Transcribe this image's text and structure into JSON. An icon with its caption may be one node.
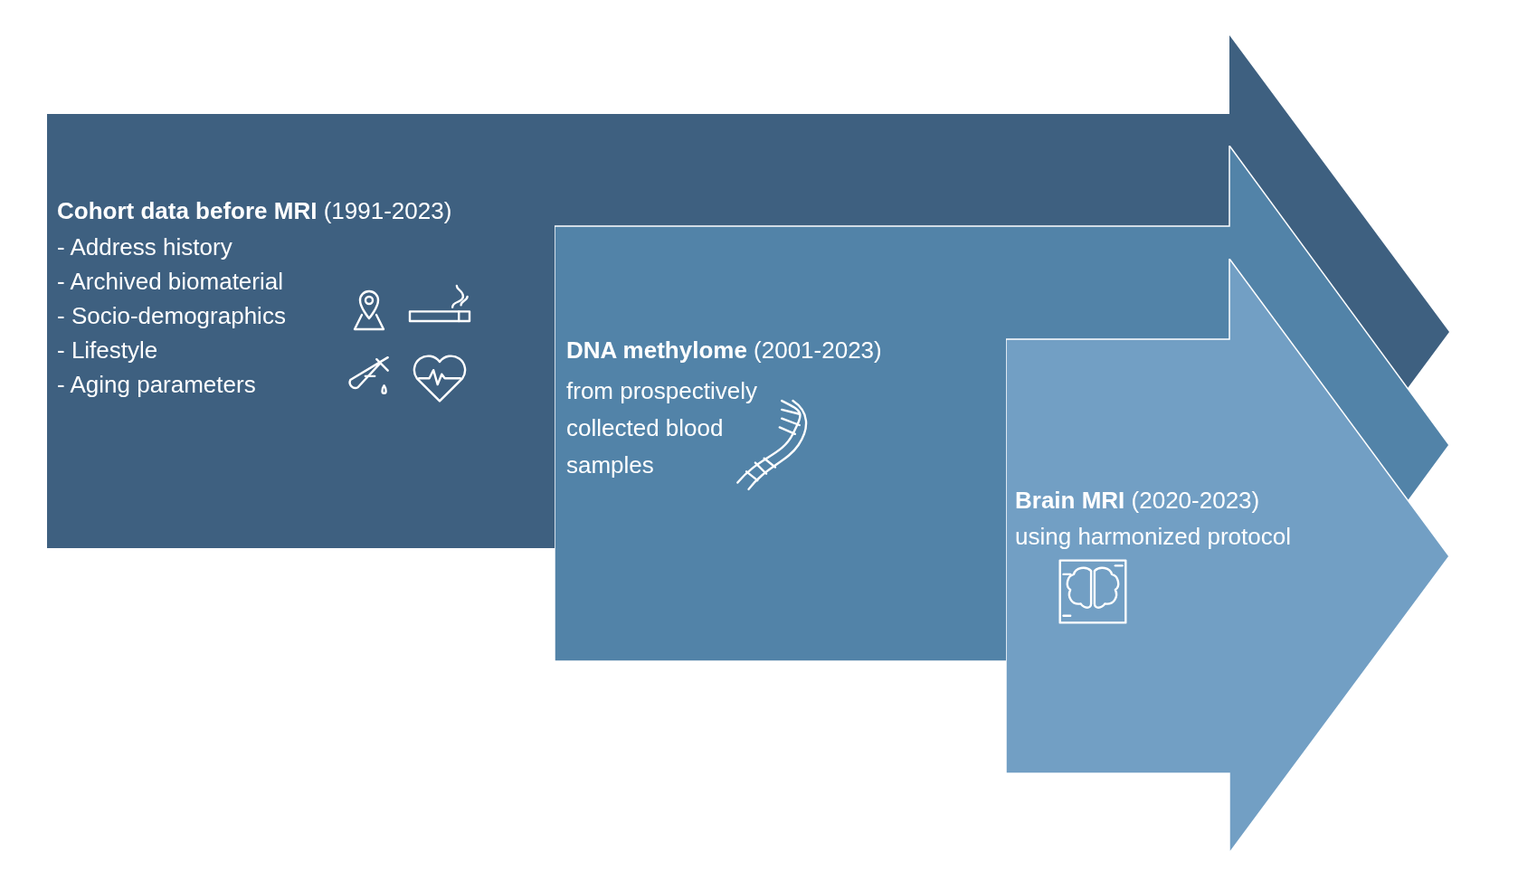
{
  "diagram": {
    "nodes": [
      {
        "text": [
          "**Cohort data before MRI** (1991-2023)",
          "- Address history",
          "- Archived biomaterial",
          "- Socio-demographics",
          "- Lifestyle",
          "- Aging parameters"
        ]
      },
      {
        "text": [
          "**DNA methylome** (2001-2023)",
          "from prospectively collected blood samples"
        ]
      },
      {
        "text": [
          "**Brain MRI** (2020-2023)",
          "using harmonized protocol"
        ]
      }
    ],
    "edges": []
  }
}
